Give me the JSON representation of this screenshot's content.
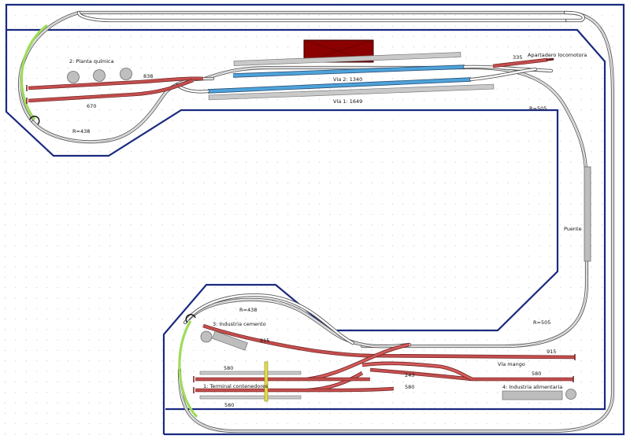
{
  "labels": {
    "planta_quimica": "2:  Planta química",
    "len_838": "838",
    "len_670": "670",
    "r438_top": "R=438",
    "via2": "Vía 2: 1340",
    "via1": "Vía 1: 1649",
    "len_335": "335",
    "apartadero": "Apartadero locomotora",
    "r505_top": "R=505",
    "puente": "Puente",
    "r438_bottom": "R=438",
    "industria_cemento": "3:  Industria cemento",
    "len_915_a": "915",
    "r505_bottom": "R=505",
    "len_915_b": "915",
    "via_mango": "Vía mango",
    "len_580_top": "580",
    "len_243": "243",
    "len_580_right": "580",
    "terminal": "1:  Terminal contenedores",
    "len_580_mid": "580",
    "industria_alimentaria": "4:  Industria alimentaria",
    "len_580_bottom": "580"
  },
  "colors": {
    "wall": "#1a2a80",
    "track": "#555555",
    "siding": "#d45a5a",
    "station_track": "#4da3d9",
    "building": "#8b0000",
    "helix_green": "#9edc5a"
  }
}
